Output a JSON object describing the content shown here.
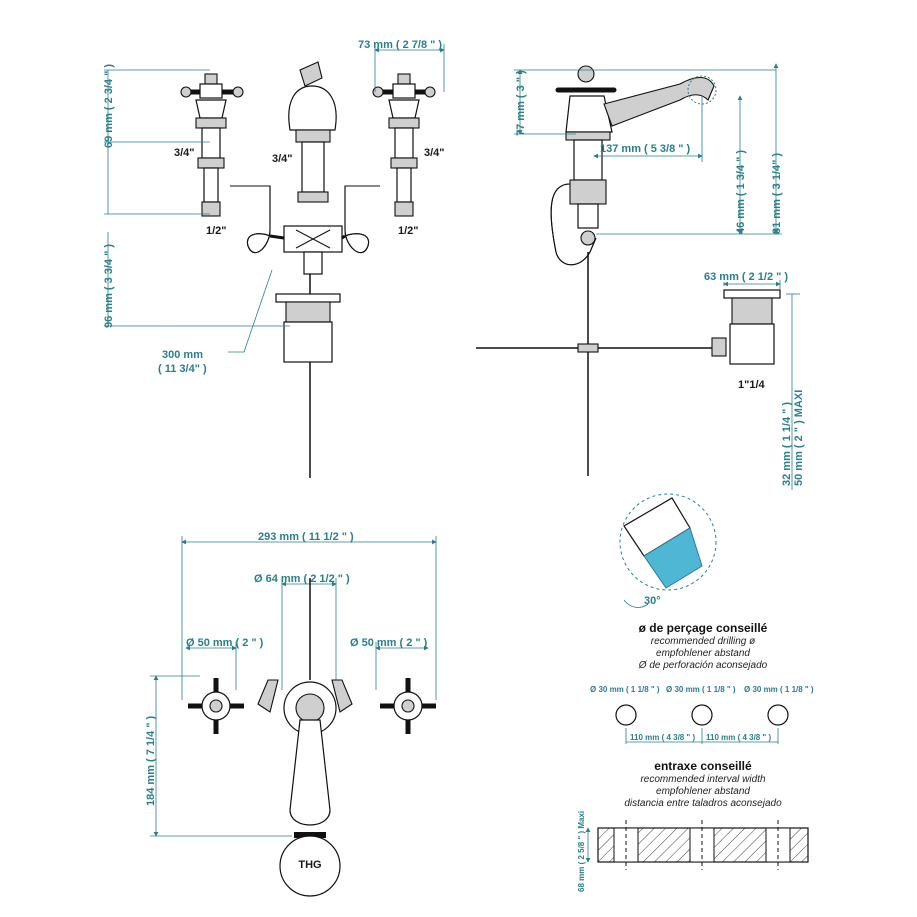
{
  "dims": {
    "top_spacing": "73 mm ( 2 7/8 \" )",
    "left_height": "69 mm ( 2 3/4 \" )",
    "left_lower": "96 mm ( 3 3/4 \" )",
    "hose": "300 mm",
    "hose_in": "( 11 3/4\" )",
    "side_height": "77 mm ( 3 \" )",
    "side_reach": "137 mm ( 5 3/8 \" )",
    "side_spout": "46 mm ( 1 3/4 \" )",
    "side_total": "81 mm ( 3 1/4\" )",
    "waste_width": "63 mm ( 2 1/2 \" )",
    "waste_thread": "1\"1/4",
    "waste_min": "32 mm ( 1 1/4 \" )",
    "waste_max": "50 mm ( 2 \" ) MAXI",
    "plan_width": "293 mm ( 11 1/2 \" )",
    "plan_center": "Ø 64 mm ( 2 1/2 \" )",
    "plan_left": "Ø 50 mm ( 2 \" )",
    "plan_right": "Ø 50 mm ( 2 \" )",
    "plan_depth": "184 mm ( 7 1/4 \" )",
    "angle": "30°"
  },
  "thread_labels": {
    "left_top": "3/4\"",
    "center": "3/4\"",
    "right_top": "3/4\"",
    "left_bottom": "1/2\"",
    "right_bottom": "1/2\""
  },
  "brand": "THG",
  "drilling": {
    "title": "ø de perçage conseillé",
    "en": "recommended drilling ø",
    "de": "empfohlener abstand",
    "es": "Ø de perforación aconsejado",
    "holes": [
      "Ø 30 mm ( 1 1/8 \" )",
      "Ø 30 mm ( 1 1/8 \" )",
      "Ø 30 mm ( 1 1/8 \" )"
    ],
    "spacing": [
      "110 mm ( 4 3/8 \" )",
      "110 mm ( 4 3/8 \" )"
    ]
  },
  "interval": {
    "title": "entraxe conseillé",
    "en": "recommended interval width",
    "de": "empfohlener abstand",
    "es": "distancia entre taladros aconsejado",
    "max": "68 mm ( 2 5/8 \" ) Maxi"
  },
  "colors": {
    "dimension": "#2a7f8c",
    "outline": "#111111",
    "chrome": "#cfcfcf",
    "water": "#4fb6d4"
  }
}
